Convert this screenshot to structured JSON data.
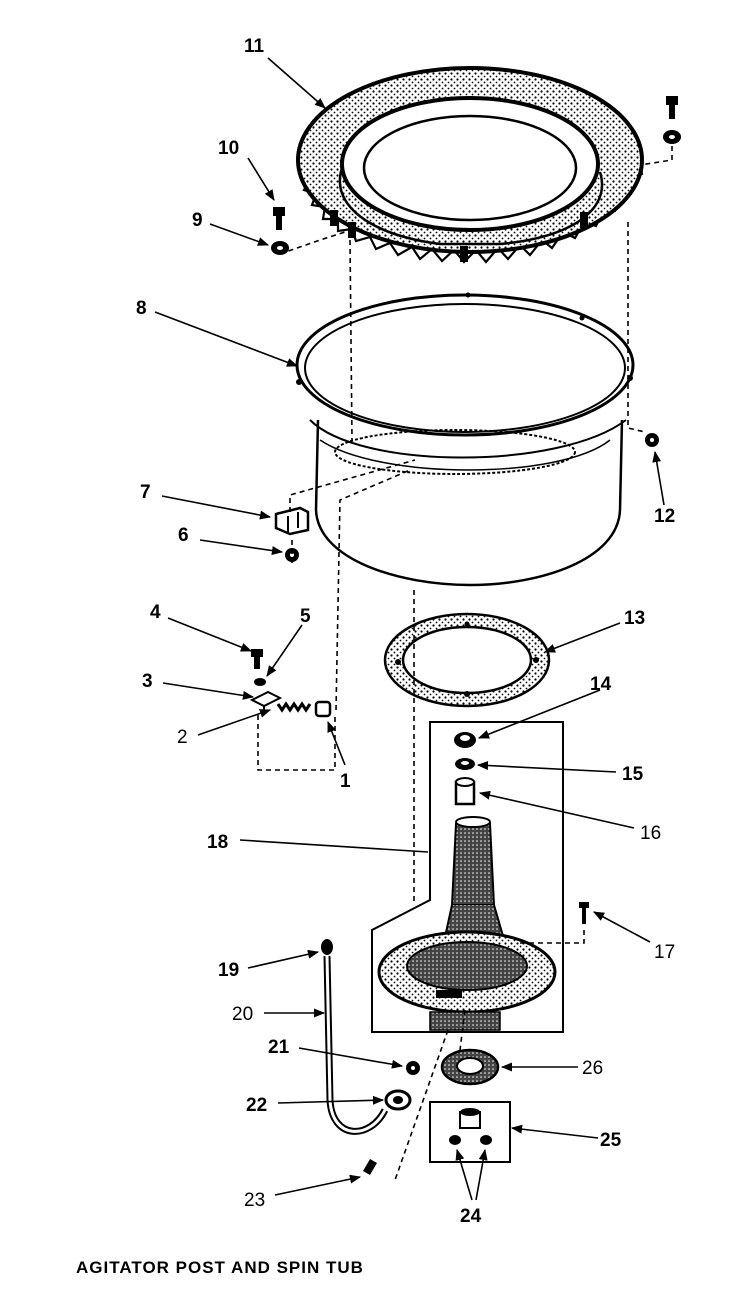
{
  "diagram": {
    "caption": "AGITATOR POST AND SPIN TUB",
    "callouts": [
      {
        "id": "p11",
        "text": "11"
      },
      {
        "id": "p10",
        "text": "10"
      },
      {
        "id": "p9",
        "text": "9"
      },
      {
        "id": "p8",
        "text": "8"
      },
      {
        "id": "p7",
        "text": "7"
      },
      {
        "id": "p6",
        "text": "6"
      },
      {
        "id": "p12",
        "text": "12"
      },
      {
        "id": "p4",
        "text": "4"
      },
      {
        "id": "p5",
        "text": "5"
      },
      {
        "id": "p13",
        "text": "13"
      },
      {
        "id": "p3",
        "text": "3"
      },
      {
        "id": "p14",
        "text": "14"
      },
      {
        "id": "p2",
        "text": "2"
      },
      {
        "id": "p1",
        "text": "1"
      },
      {
        "id": "p15",
        "text": "15"
      },
      {
        "id": "p16",
        "text": "16"
      },
      {
        "id": "p18",
        "text": "18"
      },
      {
        "id": "p17",
        "text": "17"
      },
      {
        "id": "p19",
        "text": "19"
      },
      {
        "id": "p20",
        "text": "20"
      },
      {
        "id": "p21",
        "text": "21"
      },
      {
        "id": "p26",
        "text": "26"
      },
      {
        "id": "p22",
        "text": "22"
      },
      {
        "id": "p25",
        "text": "25"
      },
      {
        "id": "p23",
        "text": "23"
      },
      {
        "id": "p24",
        "text": "24"
      }
    ]
  }
}
